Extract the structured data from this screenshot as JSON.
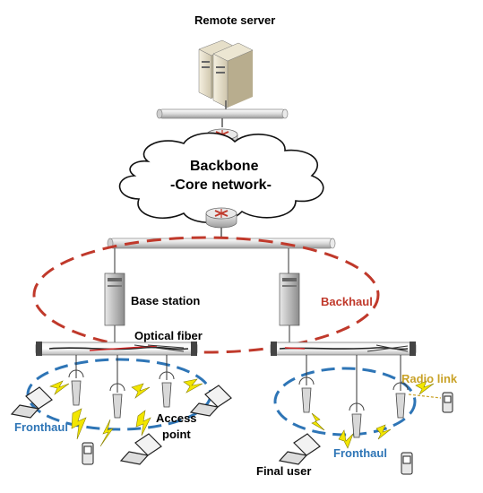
{
  "labels": {
    "remote_server": "Remote server",
    "backbone": "Backbone",
    "core_network": "-Core network-",
    "base_station": "Base station",
    "backhaul": "Backhaul",
    "optical_fiber": "Optical fiber",
    "radio_link": "Radio link",
    "fronthaul_left": "Fronthaul",
    "fronthaul_right": "Fronthaul",
    "access": "Access",
    "point": "point",
    "final_user": "Final user"
  },
  "colors": {
    "backhaul": "#c0392b",
    "fronthaul": "#2e75b6",
    "radio_link": "#c9a227",
    "lightning": "#f2e600",
    "fiber_core": "#cc2222"
  }
}
